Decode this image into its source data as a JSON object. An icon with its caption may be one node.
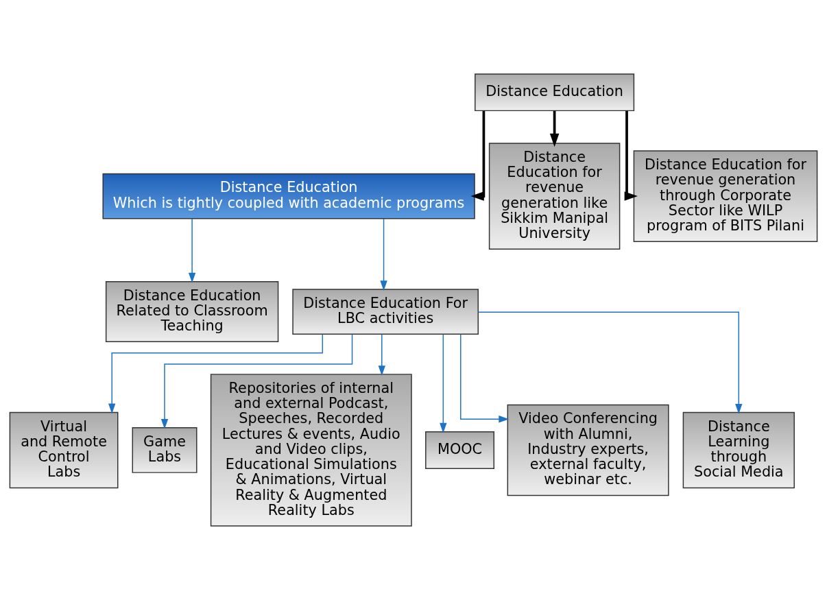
{
  "diagram": {
    "nodes": [
      {
        "text": [
          "Distance Education"
        ]
      },
      {
        "text": [
          "Distance Education",
          "Which is tightly coupled with academic programs"
        ]
      },
      {
        "text": [
          "Distance Education for revenue generation like Sikkim Manipal University"
        ]
      },
      {
        "text": [
          "Distance Education for revenue generation through Corporate Sector like WILP program of BITS Pilani"
        ]
      },
      {
        "text": [
          "Distance Education Related to Classroom Teaching"
        ]
      },
      {
        "text": [
          "Distance Education For LBC activities"
        ]
      },
      {
        "text": [
          "Virtual and Remote Control Labs"
        ]
      },
      {
        "text": [
          "Game Labs"
        ]
      },
      {
        "text": [
          "Repositories of internal and external Podcast, Speeches, Recorded Lectures & events, Audio and Video clips, Educational Simulations & Animations, Virtual Reality & Augmented Reality Labs"
        ]
      },
      {
        "text": [
          "MOOC"
        ]
      },
      {
        "text": [
          "Video Conferencing with Alumni, Industry experts, external faculty, webinar etc."
        ]
      },
      {
        "text": [
          "Distance Learning through Social Media"
        ]
      }
    ],
    "edges": [
      {
        "from": 0,
        "to": 1,
        "arrow": "to",
        "style": "thick",
        "color": "#000000"
      },
      {
        "from": 0,
        "to": 2,
        "arrow": "to",
        "style": "thick",
        "color": "#000000"
      },
      {
        "from": 0,
        "to": 3,
        "arrow": "to",
        "style": "thick",
        "color": "#000000"
      },
      {
        "from": 1,
        "to": 4,
        "arrow": "to"
      },
      {
        "from": 1,
        "to": 5,
        "arrow": "to"
      },
      {
        "from": 5,
        "to": 6,
        "arrow": "to"
      },
      {
        "from": 5,
        "to": 7,
        "arrow": "to"
      },
      {
        "from": 5,
        "to": 8,
        "arrow": "to"
      },
      {
        "from": 5,
        "to": 9,
        "arrow": "to"
      },
      {
        "from": 5,
        "to": 10,
        "arrow": "to"
      },
      {
        "from": 5,
        "to": 11,
        "arrow": "to"
      }
    ]
  }
}
